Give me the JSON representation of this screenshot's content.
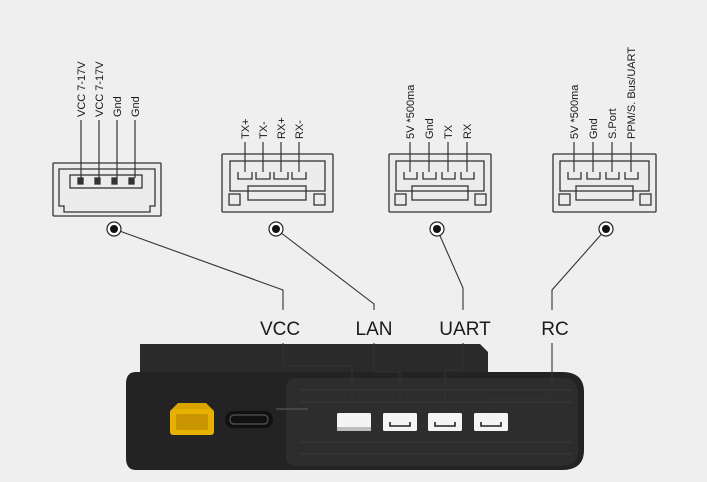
{
  "connectors": [
    {
      "id": "vcc",
      "label": "VCC",
      "pins": [
        "VCC 7-17V",
        "VCC 7-17V",
        "Gnd",
        "Gnd"
      ]
    },
    {
      "id": "lan",
      "label": "LAN",
      "pins": [
        "TX+",
        "TX-",
        "RX+",
        "RX-"
      ]
    },
    {
      "id": "uart",
      "label": "UART",
      "pins": [
        "5V *500ma",
        "Gnd",
        "TX",
        "RX"
      ]
    },
    {
      "id": "rc",
      "label": "RC",
      "pins": [
        "5V *500ma",
        "Gnd",
        "S.Port",
        "PPM/S. Bus/UART"
      ]
    }
  ],
  "colors": {
    "background": "#efefef",
    "device_body": "#232323",
    "device_shade": "#2f2f2f",
    "power_connector": "#e8b000",
    "line": "#333333"
  }
}
